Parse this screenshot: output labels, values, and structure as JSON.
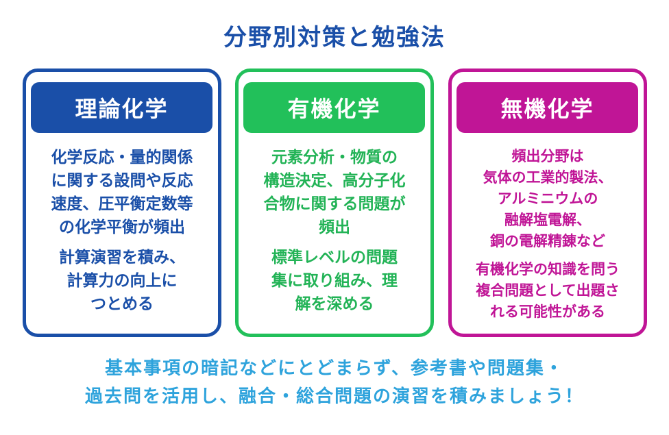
{
  "title": "分野別対策と勉強法",
  "colors": {
    "title": "#1a4fa8",
    "theory": "#1a4fa8",
    "organic": "#22c05a",
    "inorganic": "#c01596",
    "footer": "#2ea3dc"
  },
  "cards": [
    {
      "heading": "理論化学",
      "paragraphs": [
        "化学反応・量的関係\nに関する設問や反応\n速度、圧平衡定数等\nの化学平衡が頻出",
        "計算演習を積み、\n計算力の向上に\nつとめる"
      ]
    },
    {
      "heading": "有機化学",
      "paragraphs": [
        "元素分析・物質の\n構造決定、高分子化\n合物に関する問題が\n頻出",
        "標準レベルの問題\n集に取り組み、理\n解を深める"
      ]
    },
    {
      "heading": "無機化学",
      "paragraphs": [
        "頻出分野は\n気体の工業的製法、\nアルミニウムの\n融解塩電解、\n銅の電解精錬など",
        "有機化学の知識を問う\n複合問題として出題さ\nれる可能性がある"
      ]
    }
  ],
  "footer": {
    "line1": "基本事項の暗記などにとどまらず、参考書や問題集・",
    "line2": "過去問を活用し、融合・総合問題の演習を積みましょう！"
  }
}
